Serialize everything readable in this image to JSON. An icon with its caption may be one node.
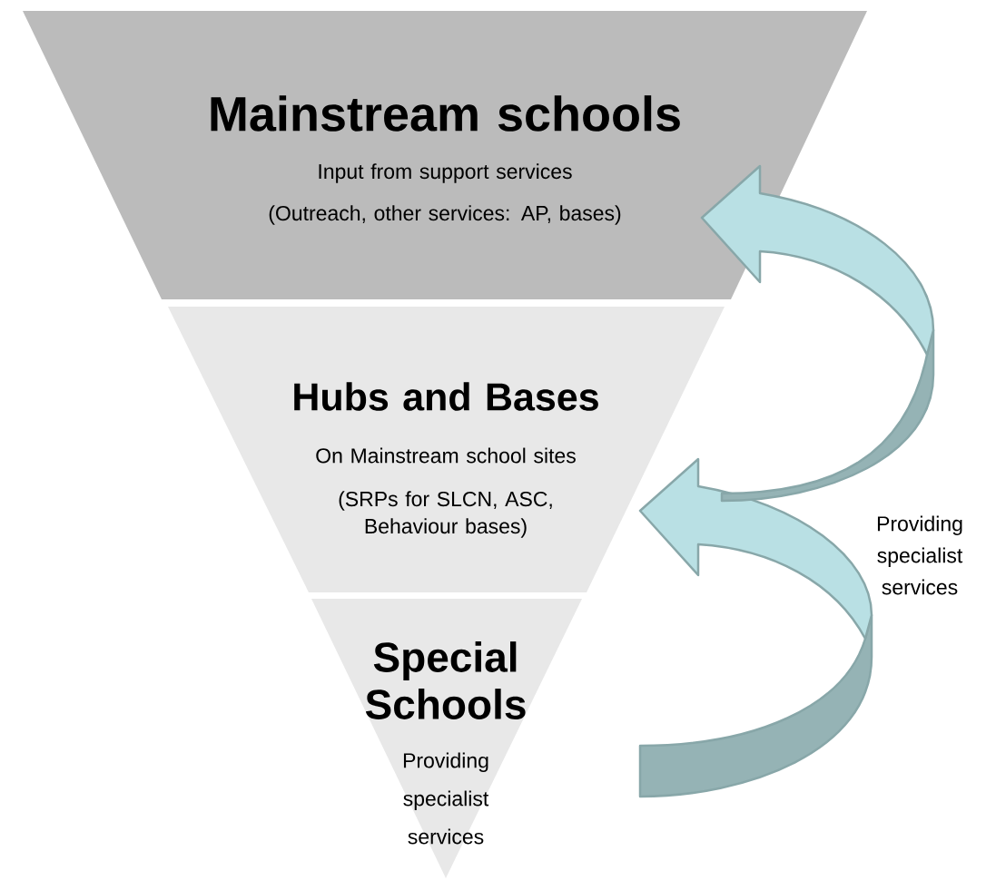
{
  "diagram": {
    "nodes": [
      {
        "text": [
          "Mainstream schools",
          "Input from support services",
          "(Outreach, other services: AP, bases)"
        ]
      },
      {
        "text": [
          "Hubs and Bases",
          "On Mainstream school sites",
          "(SRPs for SLCN, ASC, Behaviour bases)"
        ]
      },
      {
        "text": [
          "Special Schools",
          "Providing specialist services"
        ]
      }
    ],
    "edges": [
      {
        "from": 2,
        "to": 1,
        "arrow": "to"
      },
      {
        "from": 1,
        "to": 0,
        "arrow": "to"
      }
    ],
    "labels": [
      "Providing specialist services"
    ]
  }
}
